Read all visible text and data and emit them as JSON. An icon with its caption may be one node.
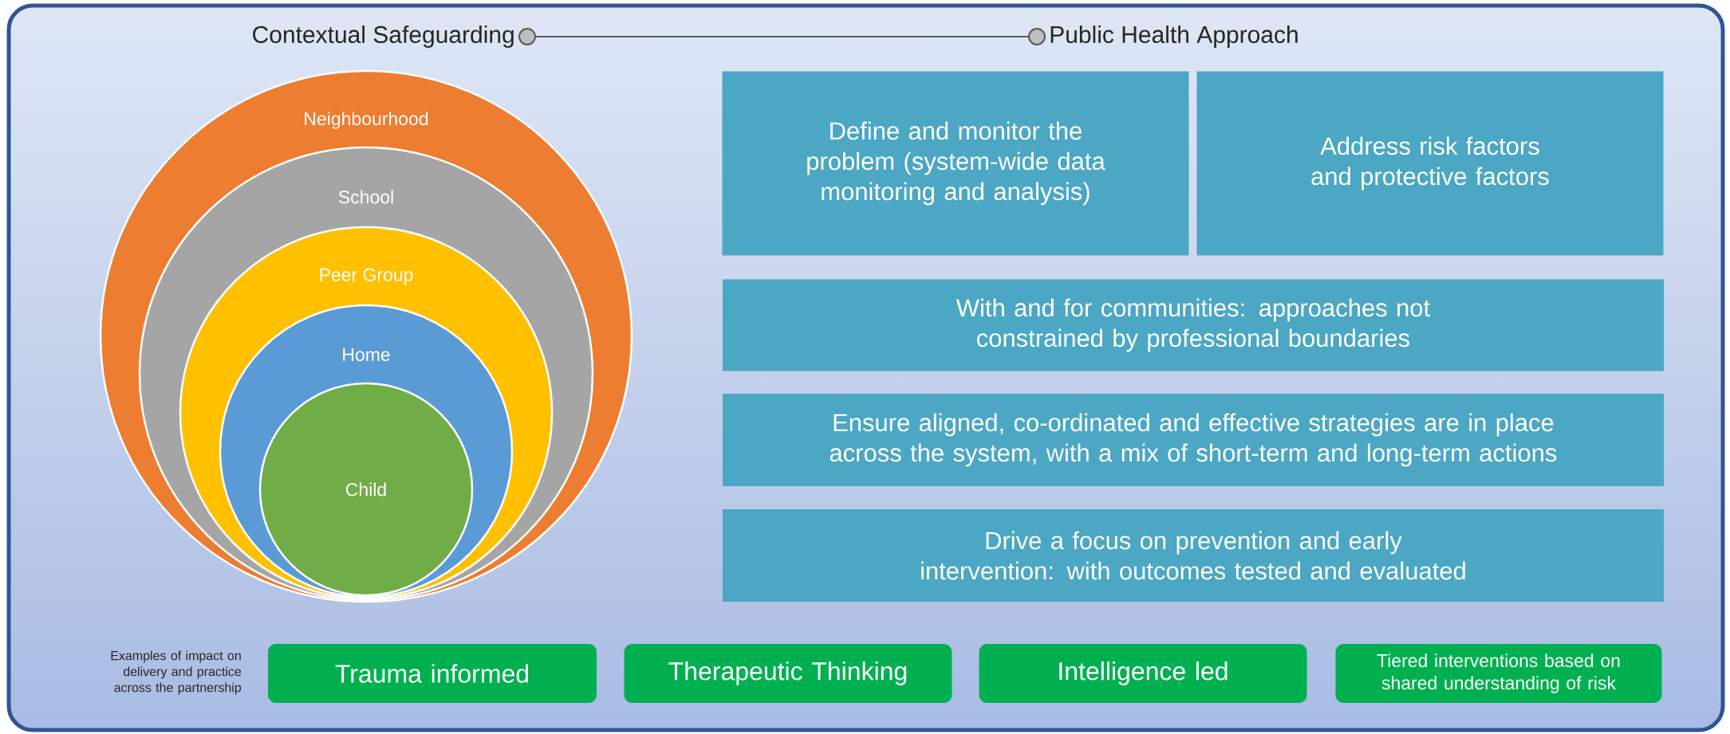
{
  "diagram": {
    "nodes": [
      {
        "text": [
          "Contextual Safeguarding"
        ]
      },
      {
        "text": [
          "Public Health Approach"
        ]
      },
      {
        "text": [
          "Neighbourhood"
        ]
      },
      {
        "text": [
          "School"
        ],
        "in": 2
      },
      {
        "text": [
          "Peer Group"
        ],
        "in": 3
      },
      {
        "text": [
          "Home"
        ],
        "in": 4
      },
      {
        "text": [
          "Child"
        ],
        "in": 5
      },
      {
        "text": [
          "Define and monitor the problem (system-wide data monitoring and analysis)"
        ]
      },
      {
        "text": [
          "Address risk factors and protective factors"
        ]
      },
      {
        "text": [
          "With and for communities: approaches not constrained by professional boundaries"
        ]
      },
      {
        "text": [
          "Ensure aligned, co-ordinated and effective strategies are in place across the system, with a mix of short-term and long-term actions"
        ]
      },
      {
        "text": [
          "Drive a focus on prevention and early intervention: with outcomes tested and evaluated"
        ]
      },
      {
        "text": [
          "Trauma informed"
        ]
      },
      {
        "text": [
          "Therapeutic Thinking"
        ]
      },
      {
        "text": [
          "Intelligence led"
        ]
      },
      {
        "text": [
          "Tiered interventions based on shared understanding of risk"
        ]
      }
    ],
    "edges": [
      {
        "from": 0,
        "to": 1,
        "arrow": "other"
      }
    ],
    "labels": [
      "Examples of impact on delivery and practice across the partnership"
    ]
  }
}
